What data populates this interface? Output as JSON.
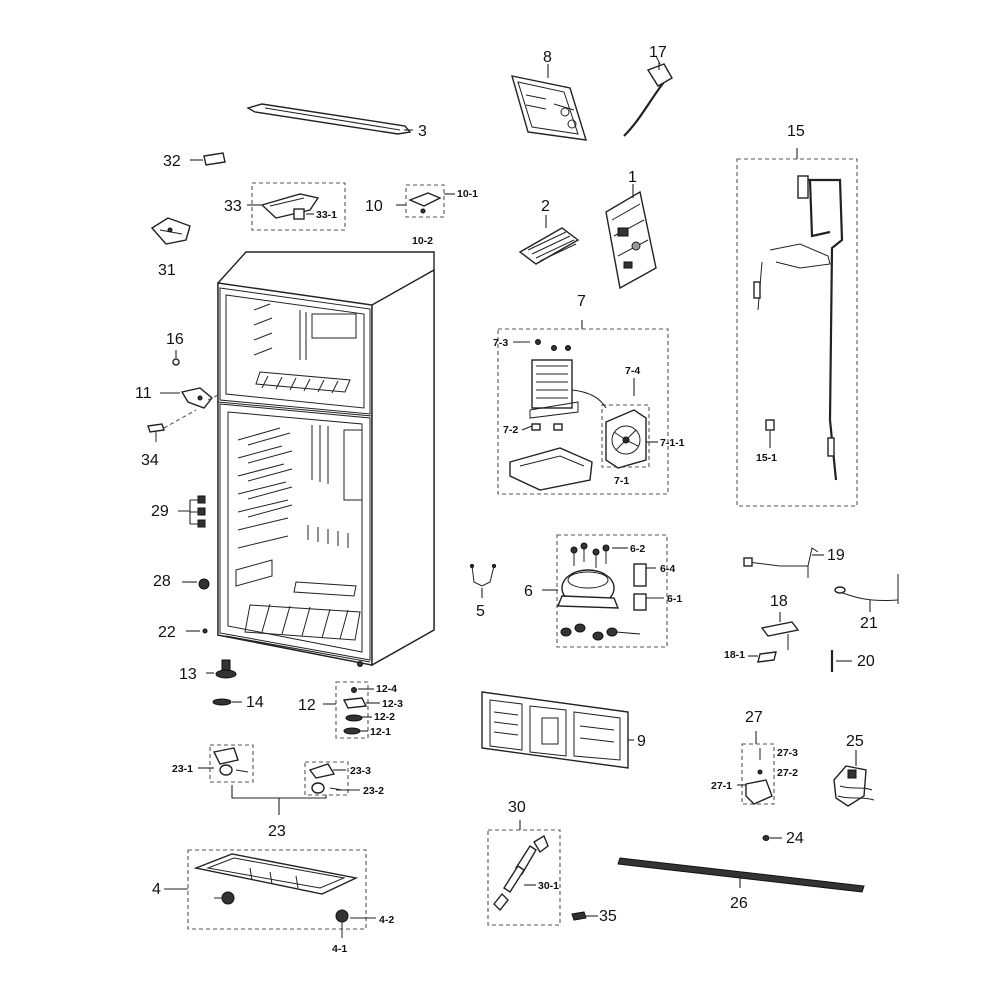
{
  "callouts": [
    {
      "id": "c1",
      "text": "1"
    },
    {
      "id": "c2",
      "text": "2"
    },
    {
      "id": "c3",
      "text": "3"
    },
    {
      "id": "c4",
      "text": "4"
    },
    {
      "id": "c4_1",
      "text": "4-1"
    },
    {
      "id": "c4_2",
      "text": "4-2"
    },
    {
      "id": "c5",
      "text": "5"
    },
    {
      "id": "c6",
      "text": "6"
    },
    {
      "id": "c6_1",
      "text": "6-1"
    },
    {
      "id": "c6_2",
      "text": "6-2"
    },
    {
      "id": "c6_4",
      "text": "6-4"
    },
    {
      "id": "c7",
      "text": "7"
    },
    {
      "id": "c7_1",
      "text": "7-1"
    },
    {
      "id": "c7_1_1",
      "text": "7-1-1"
    },
    {
      "id": "c7_2",
      "text": "7-2"
    },
    {
      "id": "c7_3",
      "text": "7-3"
    },
    {
      "id": "c7_4",
      "text": "7-4"
    },
    {
      "id": "c8",
      "text": "8"
    },
    {
      "id": "c9",
      "text": "9"
    },
    {
      "id": "c10",
      "text": "10"
    },
    {
      "id": "c10_1",
      "text": "10-1"
    },
    {
      "id": "c10_2",
      "text": "10-2"
    },
    {
      "id": "c11",
      "text": "11"
    },
    {
      "id": "c12",
      "text": "12"
    },
    {
      "id": "c12_1",
      "text": "12-1"
    },
    {
      "id": "c12_2",
      "text": "12-2"
    },
    {
      "id": "c12_3",
      "text": "12-3"
    },
    {
      "id": "c12_4",
      "text": "12-4"
    },
    {
      "id": "c13",
      "text": "13"
    },
    {
      "id": "c14",
      "text": "14"
    },
    {
      "id": "c15",
      "text": "15"
    },
    {
      "id": "c15_1",
      "text": "15-1"
    },
    {
      "id": "c16",
      "text": "16"
    },
    {
      "id": "c17",
      "text": "17"
    },
    {
      "id": "c18",
      "text": "18"
    },
    {
      "id": "c18_1",
      "text": "18-1"
    },
    {
      "id": "c19",
      "text": "19"
    },
    {
      "id": "c20",
      "text": "20"
    },
    {
      "id": "c21",
      "text": "21"
    },
    {
      "id": "c22",
      "text": "22"
    },
    {
      "id": "c23",
      "text": "23"
    },
    {
      "id": "c23_1",
      "text": "23-1"
    },
    {
      "id": "c23_2",
      "text": "23-2"
    },
    {
      "id": "c23_3",
      "text": "23-3"
    },
    {
      "id": "c24",
      "text": "24"
    },
    {
      "id": "c25",
      "text": "25"
    },
    {
      "id": "c26",
      "text": "26"
    },
    {
      "id": "c27",
      "text": "27"
    },
    {
      "id": "c27_1",
      "text": "27-1"
    },
    {
      "id": "c27_2",
      "text": "27-2"
    },
    {
      "id": "c27_3",
      "text": "27-3"
    },
    {
      "id": "c28",
      "text": "28"
    },
    {
      "id": "c29",
      "text": "29"
    },
    {
      "id": "c30",
      "text": "30"
    },
    {
      "id": "c30_1",
      "text": "30-1"
    },
    {
      "id": "c31",
      "text": "31"
    },
    {
      "id": "c32",
      "text": "32"
    },
    {
      "id": "c33",
      "text": "33"
    },
    {
      "id": "c33_1",
      "text": "33-1"
    },
    {
      "id": "c34",
      "text": "34"
    },
    {
      "id": "c35",
      "text": "35"
    }
  ]
}
